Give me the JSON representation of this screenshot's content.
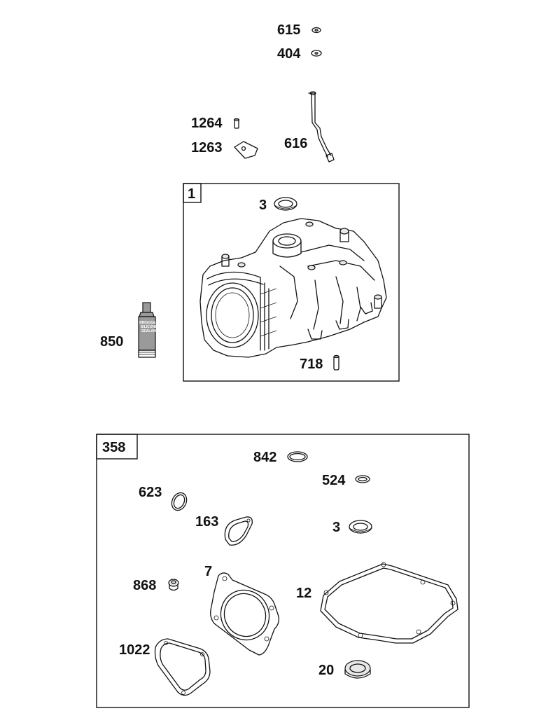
{
  "parts": {
    "p615": "615",
    "p404": "404",
    "p1264": "1264",
    "p1263": "1263",
    "p616": "616",
    "p850": "850",
    "p3a": "3",
    "p718": "718",
    "p842": "842",
    "p524": "524",
    "p623": "623",
    "p163": "163",
    "p3b": "3",
    "p7": "7",
    "p868": "868",
    "p12": "12",
    "p1022": "1022",
    "p20": "20"
  },
  "groups": {
    "cylinder_assembly": "1",
    "gasket_set": "358"
  },
  "tube_label": {
    "line1": "BRIGGS&STRATTON",
    "line2": "SILICONE",
    "line3": "SEALANT"
  }
}
